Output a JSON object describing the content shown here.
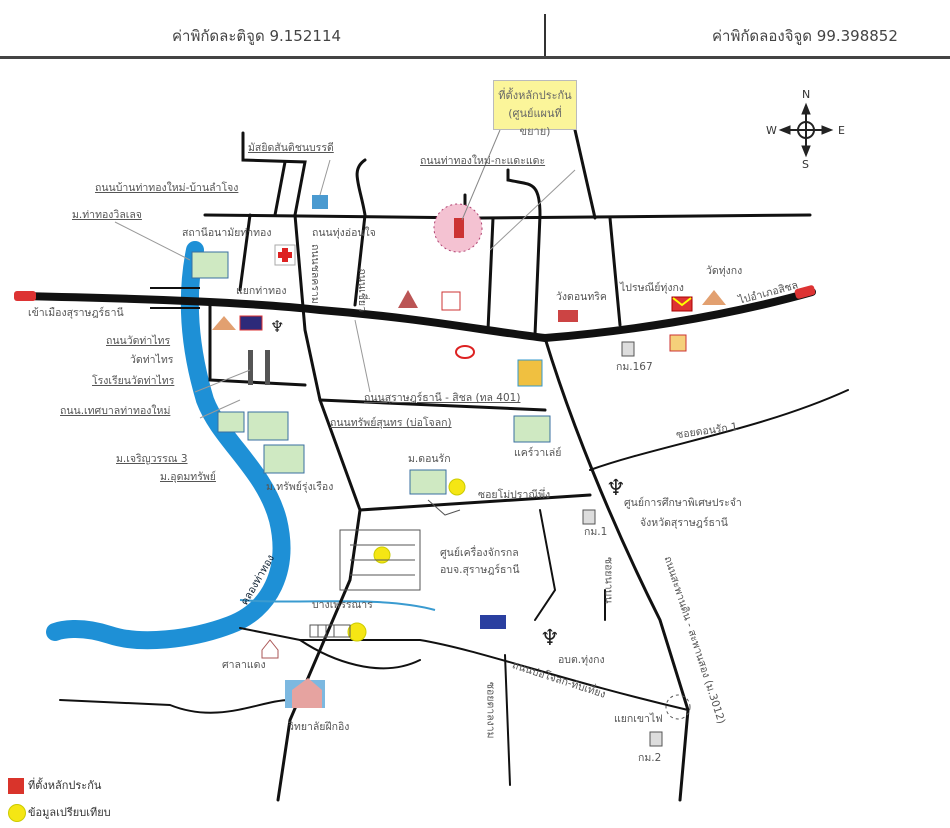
{
  "header": {
    "latitude_label": "ค่าพิกัดละติจูด 9.152114",
    "longitude_label": "ค่าพิกัดลองจิจูด 99.398852"
  },
  "callout": {
    "line1": "ที่ตั้งหลักประกัน",
    "line2": "(ศูนย์แผนที่ขยาย)"
  },
  "compass": {
    "n": "N",
    "s": "S",
    "e": "E",
    "w": "W"
  },
  "labels": {
    "mosque": "มัสยิดสันติชนบรรดี",
    "road_tathong_lamjong": "ถนนบ้านท่าทองใหม่-บ้านลำโจง",
    "village_tathong": "ม.ท่าทองวิลเลจ",
    "health_station": "สถานีอนามัยท่าทอง",
    "road_thungonjai": "ถนนทุ่งอ่อนใจ",
    "road_tathong_kadae": "ถนนท่าทองใหม่-กะแดะแดะ",
    "road_chonkram": "ถนนชลคราม",
    "road_chiang": "ถนนเชี่ยว",
    "junction_tathong": "แยกท่าทอง",
    "to_surat": "เข้าเมืองสุราษฎร์ธานี",
    "wang_don": "วังดอนทริค",
    "post_office": "ไปรษณีย์ทุ่งกง",
    "wat_thungkong": "วัดทุ่งกง",
    "to_sichon": "ไปอำเภอสิชล",
    "km167": "กม.167",
    "road_wat_thasai": "ถนนวัดท่าไทร",
    "wat_thasai": "วัดท่าไทร",
    "school_thasai": "โรงเรียนวัดท่าไทร",
    "road_municipal": "ถนน.เทศบาลท่าทองใหม่",
    "road_401": "ถนนสุราษฎร์ธานี - สิชล (ทล 401)",
    "road_sapsunthorn": "ถนนทรัพย์สุนทร (บ่อโจลก)",
    "village_charoen": "ม.เจริญวรรณ 3",
    "village_udom": "ม.อุดมทรัพย์",
    "village_sap": "ม.ทรัพย์รุ่งเรือง",
    "village_donrak": "ม.ดอนรัก",
    "care_valley": "แคร์วาเล่ย์",
    "soi_donrak": "ซอยดอนรัก 1",
    "soi_mo": "ซอยโม่ปราณีพึ่ง",
    "special_ed_1": "ศูนย์การศึกษาพิเศษประจำ",
    "special_ed_2": "จังหวัดสุราษฎร์ธานี",
    "km1": "กม.1",
    "machine_center_1": "ศูนย์เครื่องจักรกล",
    "machine_center_2": "อบจ.สุราษฎร์ธานี",
    "canal_bang": "บางเพรรณาร",
    "canal_tathong": "คลองท่าทอง",
    "road_saphan": "ถนนสะพานดิน - สะพานสอง (ม.3012)",
    "soi_nabon": "ซอยนาบน",
    "sao_thungkong": "อบต.ทุ่งกง",
    "road_bojoklok": "ถนนบ่อโจลก-ทับเที่ยง",
    "junction_khaofai": "แยกเขาไฟ",
    "km2": "กม.2",
    "soi_talngam": "ซอยตาลงาม",
    "sala_daeng": "ศาลาแดง",
    "college": "วิทยาลัยฝึกอิง"
  },
  "legend": {
    "collateral": {
      "label": "ที่ตั้งหลักประกัน",
      "color": "#d9342b"
    },
    "comparable": {
      "label": "ข้อมูลเปรียบเทียบ",
      "color": "#f5e614"
    }
  },
  "colors": {
    "river": "#1e90d6",
    "road": "#111111",
    "highlight": "#f4c2d2"
  }
}
